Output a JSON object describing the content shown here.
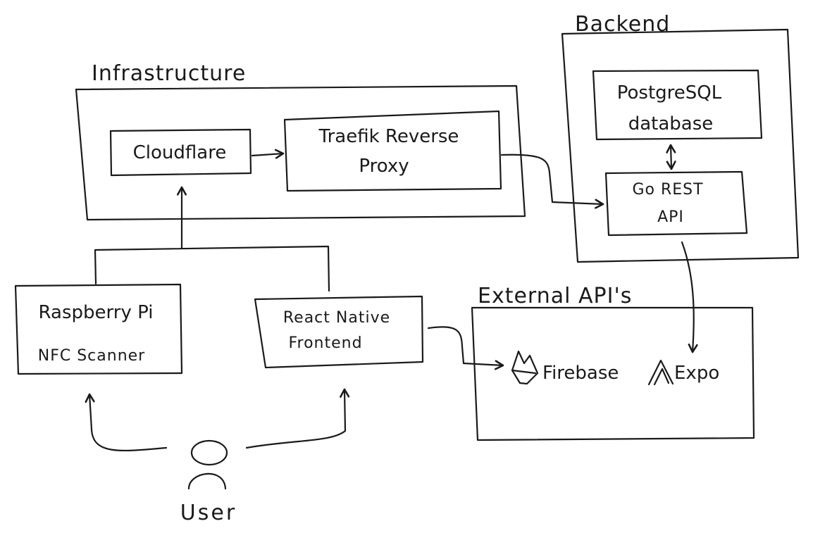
{
  "groups": {
    "infrastructure": {
      "label": "Infrastructure"
    },
    "backend": {
      "label": "Backend"
    },
    "external": {
      "label": "External API's"
    }
  },
  "nodes": {
    "cloudflare": {
      "line1": "Cloudflare"
    },
    "traefik": {
      "line1": "Traefik Reverse",
      "line2": "Proxy"
    },
    "postgres": {
      "line1": "PostgreSQL",
      "line2": "database"
    },
    "go_api": {
      "line1": "Go REST",
      "line2": "API"
    },
    "raspberry": {
      "line1": "Raspberry Pi",
      "line2": "NFC Scanner"
    },
    "react_native": {
      "line1": "React Native",
      "line2": "Frontend"
    },
    "firebase": {
      "label": "Firebase",
      "icon": "firebase-flame-icon"
    },
    "expo": {
      "label": "Expo",
      "icon": "expo-chevron-icon"
    },
    "user": {
      "label": "User",
      "icon": "user-figure-icon"
    }
  },
  "colors": {
    "ink": "#1a1a1a",
    "paper": "#ffffff"
  }
}
